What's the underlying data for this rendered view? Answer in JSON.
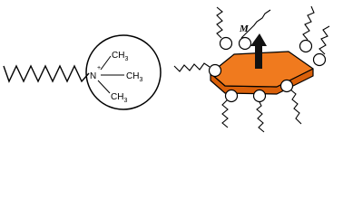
{
  "molecule": {
    "nitrogen_label": "N",
    "plus_sign": "+",
    "methyl_groups": [
      {
        "main": "CH",
        "sub": "3"
      },
      {
        "main": "CH",
        "sub": "3"
      },
      {
        "main": "CH",
        "sub": "3"
      }
    ]
  },
  "nanoplatelet": {
    "moment_label": "M",
    "colors": {
      "top_face": "#f07a1e",
      "side_face": "#d9600a",
      "arrow": "#111111"
    }
  }
}
